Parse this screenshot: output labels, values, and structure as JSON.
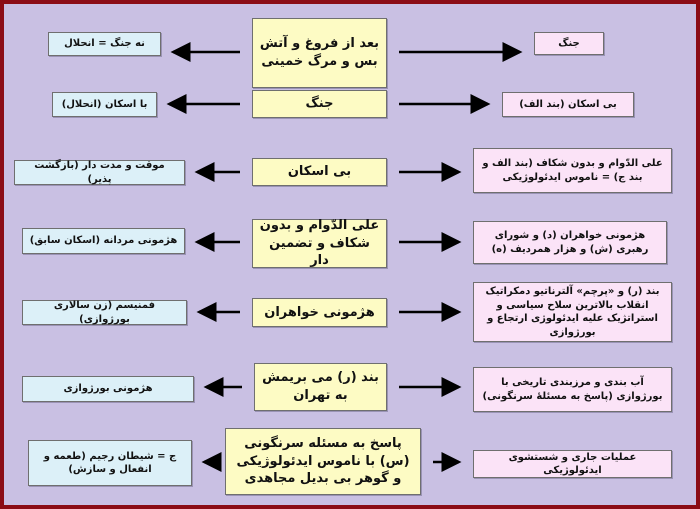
{
  "colors": {
    "border": "#8b0d16",
    "background": "#c9c0e3",
    "center_box": "#fdfbc4",
    "left_box": "#dcf0f8",
    "right_box": "#fbe3f7"
  },
  "rows": [
    {
      "center": "بعد از فروغ و آتش بس و مرگ خمینی",
      "left": "نه جنگ = انحلال",
      "right": "جنگ"
    },
    {
      "center": "جنگ",
      "left": "با اسکان (انحلال)",
      "right": "بی اسکان (بند الف)"
    },
    {
      "center": "بی اسکان",
      "left": "موقت و مدت دار (بازگشت پذیر)",
      "right": "علی الدّوام و بدون شکاف (بند الف و بند ج) = ناموس ایدئولوژیکی"
    },
    {
      "center": "علی الدّوام و بدون شکاف و تضمین دار",
      "left": "هژمونی مردانه (اسکان سابق)",
      "right": "هژمونی خواهران (د) و شورای رهبری (ش) و هزار همردیف (ه)"
    },
    {
      "center": "هژمونی خواهران",
      "left": "فمنیسم (زن سالاری بورژوازی)",
      "right": "بند (ر) و «پرچم» آلترناتیو دمکراتیک انقلاب بالاترین سلاح سیاسی و استراتژیک علیه ایدئولوژی ارتجاع و بورژوازی"
    },
    {
      "center": "بند (ر) می بریمش به تهران",
      "left": "هژمونی بورژوازی",
      "right": "آب بندی و مرزبندی تاریخی با بورژوازی (پاسخ به مسئلهٔ سرنگونی)"
    },
    {
      "center": "پاسخ به مسئله سرنگونی (س) با ناموس ایدئولوژیکی و گوهر بی بدیل مجاهدی",
      "left": "ج = شیطان رجیم (طعمه و انفعال و سازش)",
      "right": "عملیات جاری و شستشوی ایدئولوژیکی"
    }
  ]
}
